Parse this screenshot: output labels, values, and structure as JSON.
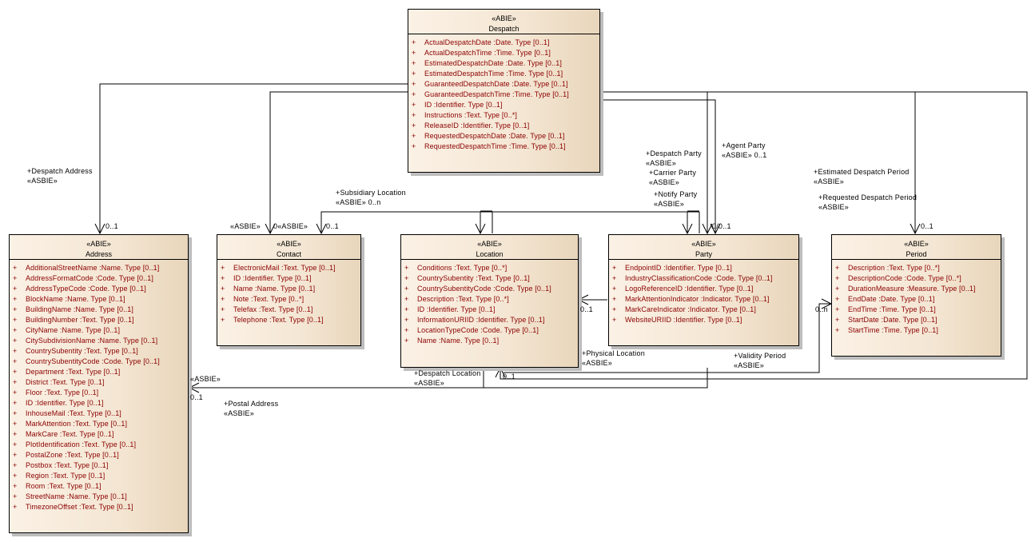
{
  "classes": {
    "despatch": {
      "stereotype": "«ABIE»",
      "name": "Despatch",
      "attributes": [
        {
          "vis": "+",
          "text": "ActualDespatchDate  :Date. Type [0..1]"
        },
        {
          "vis": "+",
          "text": "ActualDespatchTime  :Time. Type [0..1]"
        },
        {
          "vis": "+",
          "text": "EstimatedDespatchDate  :Date. Type [0..1]"
        },
        {
          "vis": "+",
          "text": "EstimatedDespatchTime  :Time. Type [0..1]"
        },
        {
          "vis": "+",
          "text": "GuaranteedDespatchDate  :Date. Type [0..1]"
        },
        {
          "vis": "+",
          "text": "GuaranteedDespatchTime  :Time. Type [0..1]"
        },
        {
          "vis": "+",
          "text": "ID  :Identifier. Type [0..1]"
        },
        {
          "vis": "+",
          "text": "Instructions  :Text. Type [0..*]"
        },
        {
          "vis": "+",
          "text": "ReleaseID  :Identifier. Type [0..1]"
        },
        {
          "vis": "+",
          "text": "RequestedDespatchDate  :Date. Type [0..1]"
        },
        {
          "vis": "+",
          "text": "RequestedDespatchTime  :Time. Type [0..1]"
        }
      ]
    },
    "address": {
      "stereotype": "«ABIE»",
      "name": "Address",
      "attributes": [
        {
          "vis": "+",
          "text": "AdditionalStreetName  :Name. Type [0..1]"
        },
        {
          "vis": "+",
          "text": "AddressFormatCode  :Code. Type [0..1]"
        },
        {
          "vis": "+",
          "text": "AddressTypeCode  :Code. Type [0..1]"
        },
        {
          "vis": "+",
          "text": "BlockName  :Name. Type [0..1]"
        },
        {
          "vis": "+",
          "text": "BuildingName  :Name. Type [0..1]"
        },
        {
          "vis": "+",
          "text": "BuildingNumber  :Text. Type [0..1]"
        },
        {
          "vis": "+",
          "text": "CityName  :Name. Type [0..1]"
        },
        {
          "vis": "+",
          "text": "CitySubdivisionName  :Name. Type [0..1]"
        },
        {
          "vis": "+",
          "text": "CountrySubentity  :Text. Type [0..1]"
        },
        {
          "vis": "+",
          "text": "CountrySubentityCode  :Code. Type [0..1]"
        },
        {
          "vis": "+",
          "text": "Department  :Text. Type [0..1]"
        },
        {
          "vis": "+",
          "text": "District  :Text. Type [0..1]"
        },
        {
          "vis": "+",
          "text": "Floor  :Text. Type [0..1]"
        },
        {
          "vis": "+",
          "text": "ID  :Identifier. Type [0..1]"
        },
        {
          "vis": "+",
          "text": "InhouseMail  :Text. Type [0..1]"
        },
        {
          "vis": "+",
          "text": "MarkAttention  :Text. Type [0..1]"
        },
        {
          "vis": "+",
          "text": "MarkCare  :Text. Type [0..1]"
        },
        {
          "vis": "+",
          "text": "PlotIdentification  :Text. Type [0..1]"
        },
        {
          "vis": "+",
          "text": "PostalZone  :Text. Type [0..1]"
        },
        {
          "vis": "+",
          "text": "Postbox  :Text. Type [0..1]"
        },
        {
          "vis": "+",
          "text": "Region  :Text. Type [0..1]"
        },
        {
          "vis": "+",
          "text": "Room  :Text. Type [0..1]"
        },
        {
          "vis": "+",
          "text": "StreetName  :Name. Type [0..1]"
        },
        {
          "vis": "+",
          "text": "TimezoneOffset  :Text. Type [0..1]"
        }
      ]
    },
    "contact": {
      "stereotype": "«ABIE»",
      "name": "Contact",
      "attributes": [
        {
          "vis": "+",
          "text": "ElectronicMail  :Text. Type [0..1]"
        },
        {
          "vis": "+",
          "text": "ID  :Identifier. Type [0..1]"
        },
        {
          "vis": "+",
          "text": "Name  :Name. Type [0..1]"
        },
        {
          "vis": "+",
          "text": "Note  :Text. Type [0..*]"
        },
        {
          "vis": "+",
          "text": "Telefax  :Text. Type [0..1]"
        },
        {
          "vis": "+",
          "text": "Telephone  :Text. Type [0..1]"
        }
      ]
    },
    "location": {
      "stereotype": "«ABIE»",
      "name": "Location",
      "attributes": [
        {
          "vis": "+",
          "text": "Conditions  :Text. Type [0..*]"
        },
        {
          "vis": "+",
          "text": "CountrySubentity  :Text. Type [0..1]"
        },
        {
          "vis": "+",
          "text": "CountrySubentityCode  :Code. Type [0..1]"
        },
        {
          "vis": "+",
          "text": "Description  :Text. Type [0..*]"
        },
        {
          "vis": "+",
          "text": "ID  :Identifier. Type [0..1]"
        },
        {
          "vis": "+",
          "text": "InformationURIID  :Identifier. Type [0..1]"
        },
        {
          "vis": "+",
          "text": "LocationTypeCode  :Code. Type [0..1]"
        },
        {
          "vis": "+",
          "text": "Name  :Name. Type [0..1]"
        }
      ]
    },
    "party": {
      "stereotype": "«ABIE»",
      "name": "Party",
      "attributes": [
        {
          "vis": "+",
          "text": "EndpointID  :Identifier. Type [0..1]"
        },
        {
          "vis": "+",
          "text": "IndustryClassificationCode  :Code. Type [0..1]"
        },
        {
          "vis": "+",
          "text": "LogoReferenceID  :Identifier. Type [0..1]"
        },
        {
          "vis": "+",
          "text": "MarkAttentionIndicator  :Indicator. Type [0..1]"
        },
        {
          "vis": "+",
          "text": "MarkCareIndicator  :Indicator. Type [0..1]"
        },
        {
          "vis": "+",
          "text": "WebsiteURIID  :Identifier. Type [0..1]"
        }
      ]
    },
    "period": {
      "stereotype": "«ABIE»",
      "name": "Period",
      "attributes": [
        {
          "vis": "+",
          "text": "Description  :Text. Type [0..*]"
        },
        {
          "vis": "+",
          "text": "DescriptionCode  :Code. Type [0..*]"
        },
        {
          "vis": "+",
          "text": "DurationMeasure  :Measure. Type [0..1]"
        },
        {
          "vis": "+",
          "text": "EndDate  :Date. Type [0..1]"
        },
        {
          "vis": "+",
          "text": "EndTime  :Time. Type [0..1]"
        },
        {
          "vis": "+",
          "text": "StartDate  :Date. Type [0..1]"
        },
        {
          "vis": "+",
          "text": "StartTime  :Time. Type [0..1]"
        }
      ]
    }
  },
  "labels": {
    "despatch_address": [
      "+Despatch Address",
      "«ASBIE»"
    ],
    "despatch_address_mult": "0..1",
    "contact_left": "«ASBIE»",
    "contact_mult_a": "0«ASBIE»",
    "contact_mult_b": "0..1",
    "subsidiary_location": [
      "+Subsidiary Location",
      "«ASBIE» 0..n"
    ],
    "despatch_party": [
      "+Despatch Party",
      "«ASBIE»"
    ],
    "carrier_party": [
      "+Carrier Party",
      "«ASBIE»"
    ],
    "notify_party": [
      "+Notify Party",
      "«ASBIE»"
    ],
    "agent_party": [
      "+Agent Party",
      "«ASBIE» 0..1"
    ],
    "party_mult": "0/0..1",
    "estimated_despatch_period": [
      "+Estimated Despatch Period",
      "«ASBIE»"
    ],
    "requested_despatch_period": [
      "+Requested Despatch Period",
      "«ASBIE»"
    ],
    "period_mult": "0..1",
    "physical_location": [
      "+Physical Location",
      "«ASBIE»"
    ],
    "physical_location_mult": "0..1",
    "validity_period": [
      "+Validity Period",
      "«ASBIE»"
    ],
    "validity_period_mult": "0..n",
    "despatch_location": [
      "+Despatch Location",
      "«ASBIE»"
    ],
    "despatch_location_mult": "0..1",
    "postal_address_asbie": "«ASBIE»",
    "postal_address_mult": "0..1",
    "postal_address": [
      "+Postal Address",
      "«ASBIE»"
    ]
  }
}
